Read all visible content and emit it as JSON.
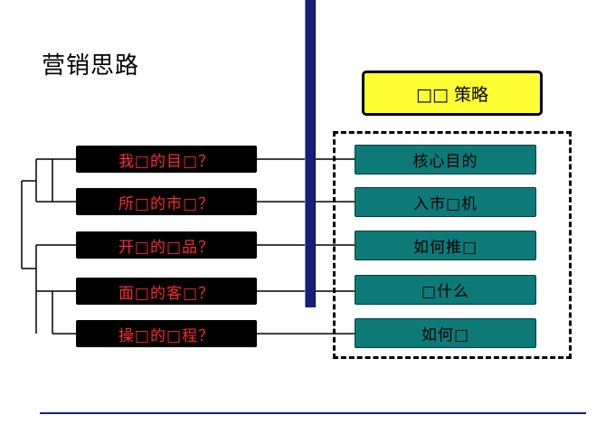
{
  "title": "营销思路",
  "strategy": {
    "label": "□□ 策略"
  },
  "questions": [
    {
      "label": "我□的目□？"
    },
    {
      "label": "所□的市□？"
    },
    {
      "label": "开□的□品？"
    },
    {
      "label": "面□的客□？"
    },
    {
      "label": "操□的□程？"
    }
  ],
  "answers": [
    {
      "label": "核心目的"
    },
    {
      "label": "入市□机"
    },
    {
      "label": "如何推□"
    },
    {
      "label": "□什么"
    },
    {
      "label": "如何□"
    }
  ],
  "colors": {
    "question_box": "#000000",
    "question_text": "#ff2a2a",
    "answer_box": "#0d7a78",
    "strategy_box": "#ffff33",
    "vertical_bar": "#14207a"
  }
}
